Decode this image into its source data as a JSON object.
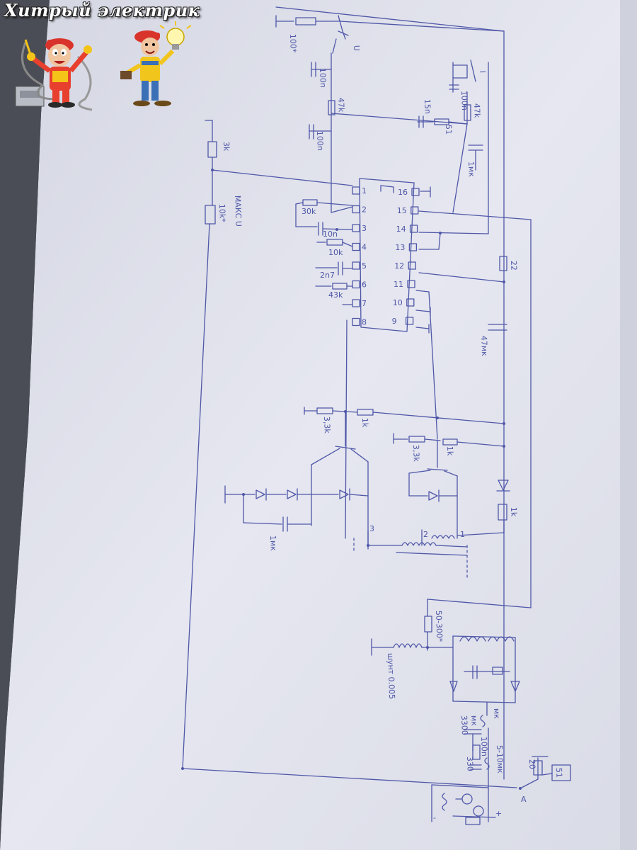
{
  "watermark": {
    "title": "Хитрый электрик"
  },
  "characters": {
    "left": {
      "name": "electrician-cartoon-with-cable",
      "hat_color": "#d9342b",
      "suit_color": "#e8402e"
    },
    "right": {
      "name": "electrician-cartoon-with-lamp",
      "hat_color": "#d9342b",
      "suit_color": "#f2c51d"
    }
  },
  "colors": {
    "paper": "#e7e8f1",
    "ink": "#4f57a8",
    "background": "#3a3d44"
  },
  "ic": {
    "pins_left": [
      "1",
      "2",
      "3",
      "4",
      "5",
      "6",
      "7",
      "8"
    ],
    "pins_right": [
      "16",
      "15",
      "14",
      "13",
      "12",
      "11",
      "10",
      "9"
    ]
  },
  "labels": {
    "r_top": "100*",
    "u_label": "U",
    "c_top1": "100n",
    "c_top2": "100n",
    "r_47k_left": "47k",
    "c_15n": "15n",
    "r_51": "51",
    "c_100n_right": "100n",
    "r_47k_right": "47k",
    "i_label": "I",
    "c_1mk": "1мк",
    "r_3k": "3k",
    "r_10k_max": "10k*",
    "max_u": "МАКС U",
    "r_30k": "30k",
    "c_10n": "10n",
    "r_10k": "10k",
    "c_2n7": "2n7",
    "r_43k": "43k",
    "r_22": "22",
    "c_47mk": "47мк",
    "r_33k_a": "3,3k",
    "r_1k_a": "1k",
    "r_33k_b": "3,3k",
    "r_1k_b": "1k",
    "r_1k_c": "1k",
    "c_1mk_b": "1мк",
    "t_3": "3",
    "t_2": "2",
    "t_1": "1",
    "r_50_300": "50-300*",
    "shunt": "шунт 0.005",
    "c_3300": "3300",
    "c_mk": "мк",
    "r_mk": "мк",
    "c_100n_b": "100n",
    "c_330": "330",
    "r_5_10": "5-10мк",
    "r_20": "20",
    "r_51_b": "51",
    "node_a": "A",
    "plus": "+",
    "minus": "-"
  }
}
